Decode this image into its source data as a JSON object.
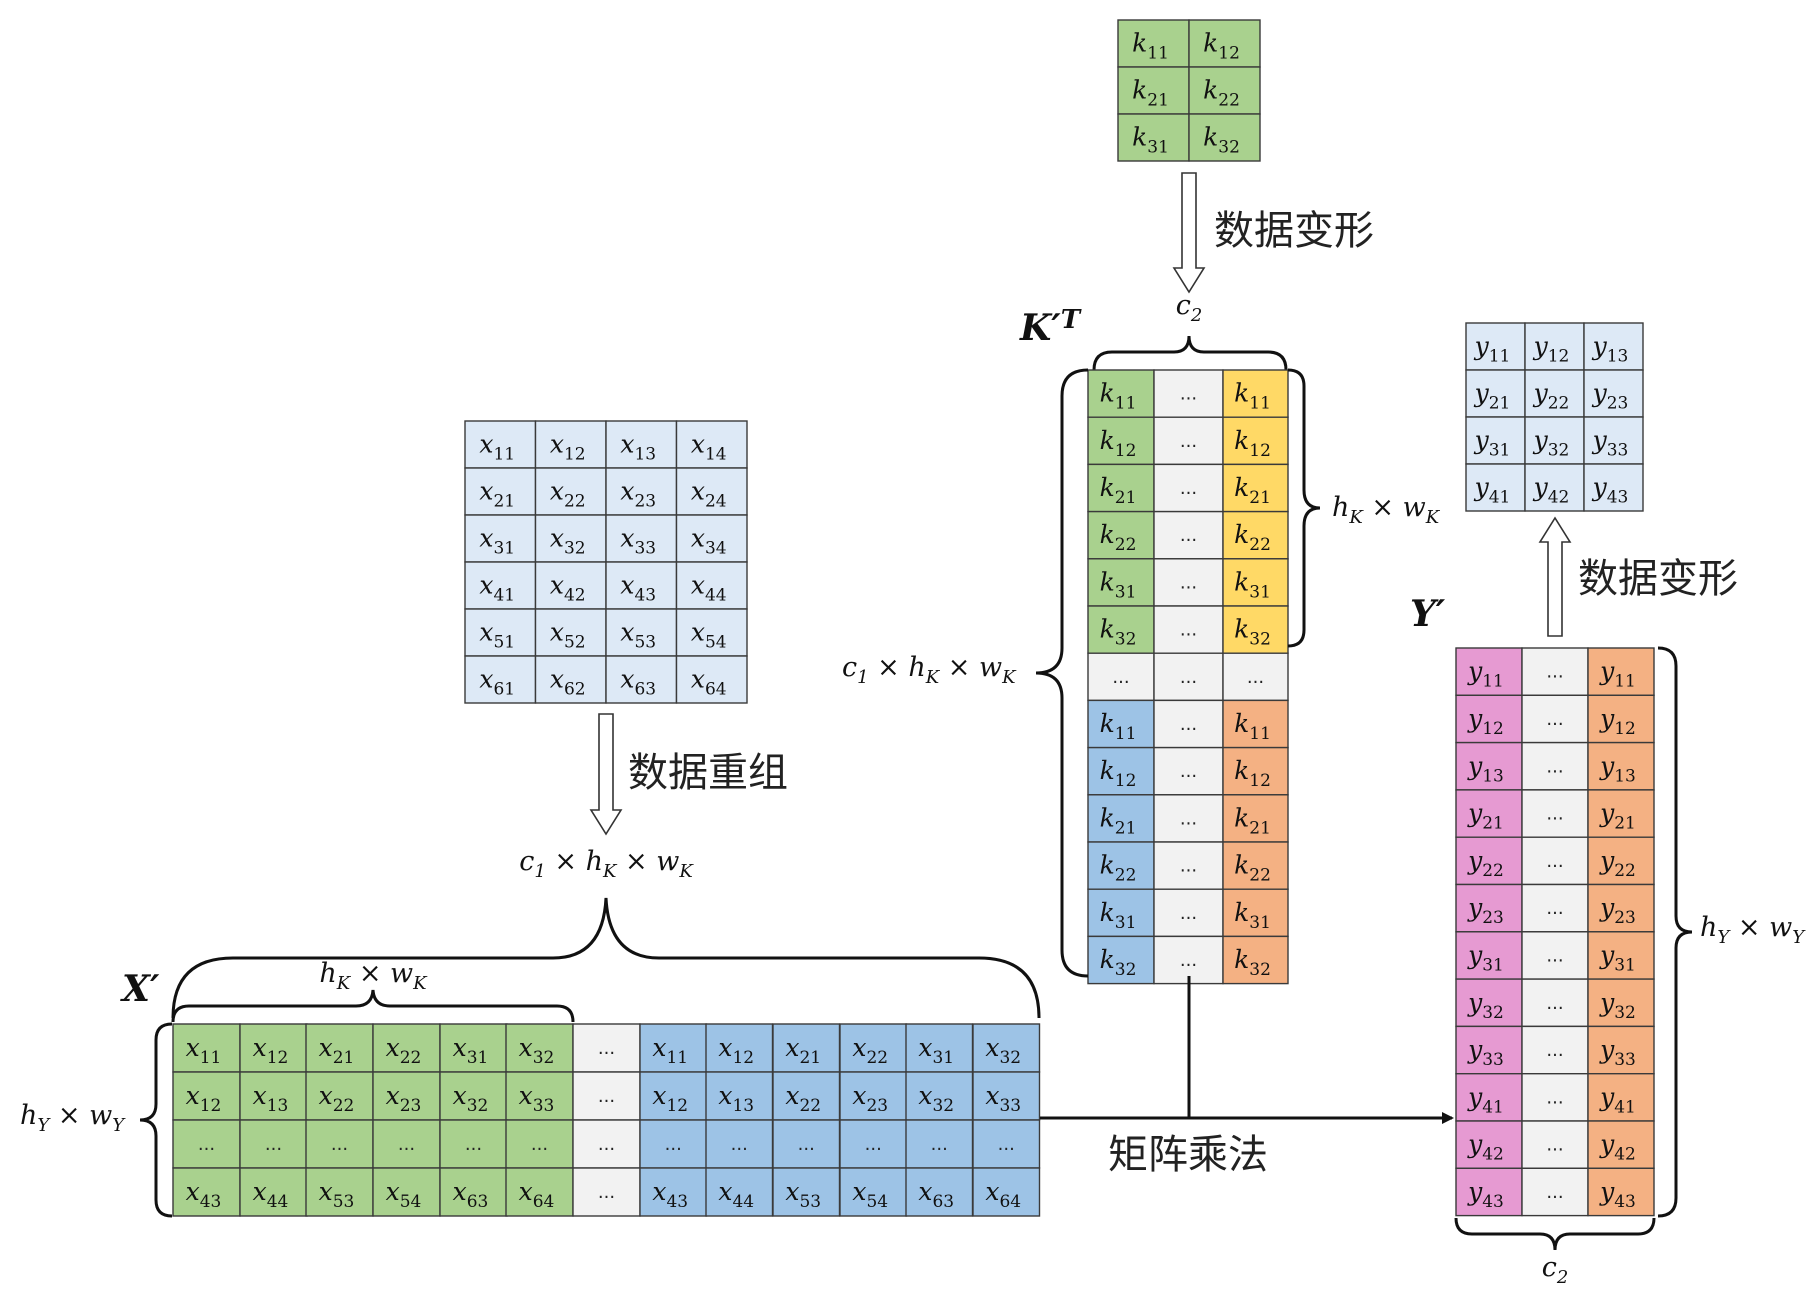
{
  "colors": {
    "light_blue": "#dde9f6",
    "green": "#a9d18e",
    "yellow": "#ffd966",
    "blue": "#9dc3e6",
    "orange": "#f4b183",
    "pink": "#e69ad2",
    "gray": "#f2f2f2"
  },
  "labels": {
    "reshape_k": "数据变形",
    "reshape_y": "数据变形",
    "reorganize_x": "数据重组",
    "matmul": "矩阵乘法",
    "ellipsis": "..."
  },
  "matrix_names": {
    "k_transpose": {
      "base": "K",
      "prime": "′",
      "sup": "T"
    },
    "x_prime": {
      "base": "X",
      "prime": "′"
    },
    "y_prime": {
      "base": "Y",
      "prime": "′"
    }
  },
  "dims": {
    "c2_top": {
      "parts": [
        [
          "c",
          "2"
        ]
      ]
    },
    "hk_wk_right": {
      "parts": [
        [
          "h",
          "K"
        ],
        [
          "w",
          "K"
        ]
      ]
    },
    "c1_hk_wk_left": {
      "parts": [
        [
          "c",
          "1"
        ],
        [
          "h",
          "K"
        ],
        [
          "w",
          "K"
        ]
      ]
    },
    "c1_hk_wk_top": {
      "parts": [
        [
          "c",
          "1"
        ],
        [
          "h",
          "K"
        ],
        [
          "w",
          "K"
        ]
      ]
    },
    "hk_wk_x": {
      "parts": [
        [
          "h",
          "K"
        ],
        [
          "w",
          "K"
        ]
      ]
    },
    "hy_wy_left": {
      "parts": [
        [
          "h",
          "Y"
        ],
        [
          "w",
          "Y"
        ]
      ]
    },
    "hy_wy_right": {
      "parts": [
        [
          "h",
          "Y"
        ],
        [
          "w",
          "Y"
        ]
      ]
    },
    "c2_bottom": {
      "parts": [
        [
          "c",
          "2"
        ]
      ]
    },
    "times": "×"
  },
  "kernel": {
    "rows": [
      [
        [
          "k",
          "11"
        ],
        [
          "k",
          "12"
        ]
      ],
      [
        [
          "k",
          "21"
        ],
        [
          "k",
          "22"
        ]
      ],
      [
        [
          "k",
          "31"
        ],
        [
          "k",
          "32"
        ]
      ]
    ]
  },
  "input": {
    "rows": [
      [
        [
          "x",
          "11"
        ],
        [
          "x",
          "12"
        ],
        [
          "x",
          "13"
        ],
        [
          "x",
          "14"
        ]
      ],
      [
        [
          "x",
          "21"
        ],
        [
          "x",
          "22"
        ],
        [
          "x",
          "23"
        ],
        [
          "x",
          "24"
        ]
      ],
      [
        [
          "x",
          "31"
        ],
        [
          "x",
          "32"
        ],
        [
          "x",
          "33"
        ],
        [
          "x",
          "34"
        ]
      ],
      [
        [
          "x",
          "41"
        ],
        [
          "x",
          "42"
        ],
        [
          "x",
          "43"
        ],
        [
          "x",
          "44"
        ]
      ],
      [
        [
          "x",
          "51"
        ],
        [
          "x",
          "52"
        ],
        [
          "x",
          "53"
        ],
        [
          "x",
          "54"
        ]
      ],
      [
        [
          "x",
          "61"
        ],
        [
          "x",
          "62"
        ],
        [
          "x",
          "63"
        ],
        [
          "x",
          "64"
        ]
      ]
    ]
  },
  "output": {
    "rows": [
      [
        [
          "y",
          "11"
        ],
        [
          "y",
          "12"
        ],
        [
          "y",
          "13"
        ]
      ],
      [
        [
          "y",
          "21"
        ],
        [
          "y",
          "22"
        ],
        [
          "y",
          "23"
        ]
      ],
      [
        [
          "y",
          "31"
        ],
        [
          "y",
          "32"
        ],
        [
          "y",
          "33"
        ]
      ],
      [
        [
          "y",
          "41"
        ],
        [
          "y",
          "42"
        ],
        [
          "y",
          "43"
        ]
      ]
    ]
  },
  "k_transpose": {
    "top_entries": [
      "11",
      "12",
      "21",
      "22",
      "31",
      "32"
    ],
    "bottom_entries": [
      "11",
      "12",
      "21",
      "22",
      "31",
      "32"
    ]
  },
  "x_prime": {
    "rows": [
      [
        "11",
        "12",
        "21",
        "22",
        "31",
        "32"
      ],
      [
        "12",
        "13",
        "22",
        "23",
        "32",
        "33"
      ],
      [
        "...",
        "...",
        "...",
        "...",
        "...",
        "..."
      ],
      [
        "43",
        "44",
        "53",
        "54",
        "63",
        "64"
      ]
    ]
  },
  "y_prime": {
    "entries": [
      "11",
      "12",
      "13",
      "21",
      "22",
      "23",
      "31",
      "32",
      "33",
      "41",
      "42",
      "43"
    ]
  }
}
